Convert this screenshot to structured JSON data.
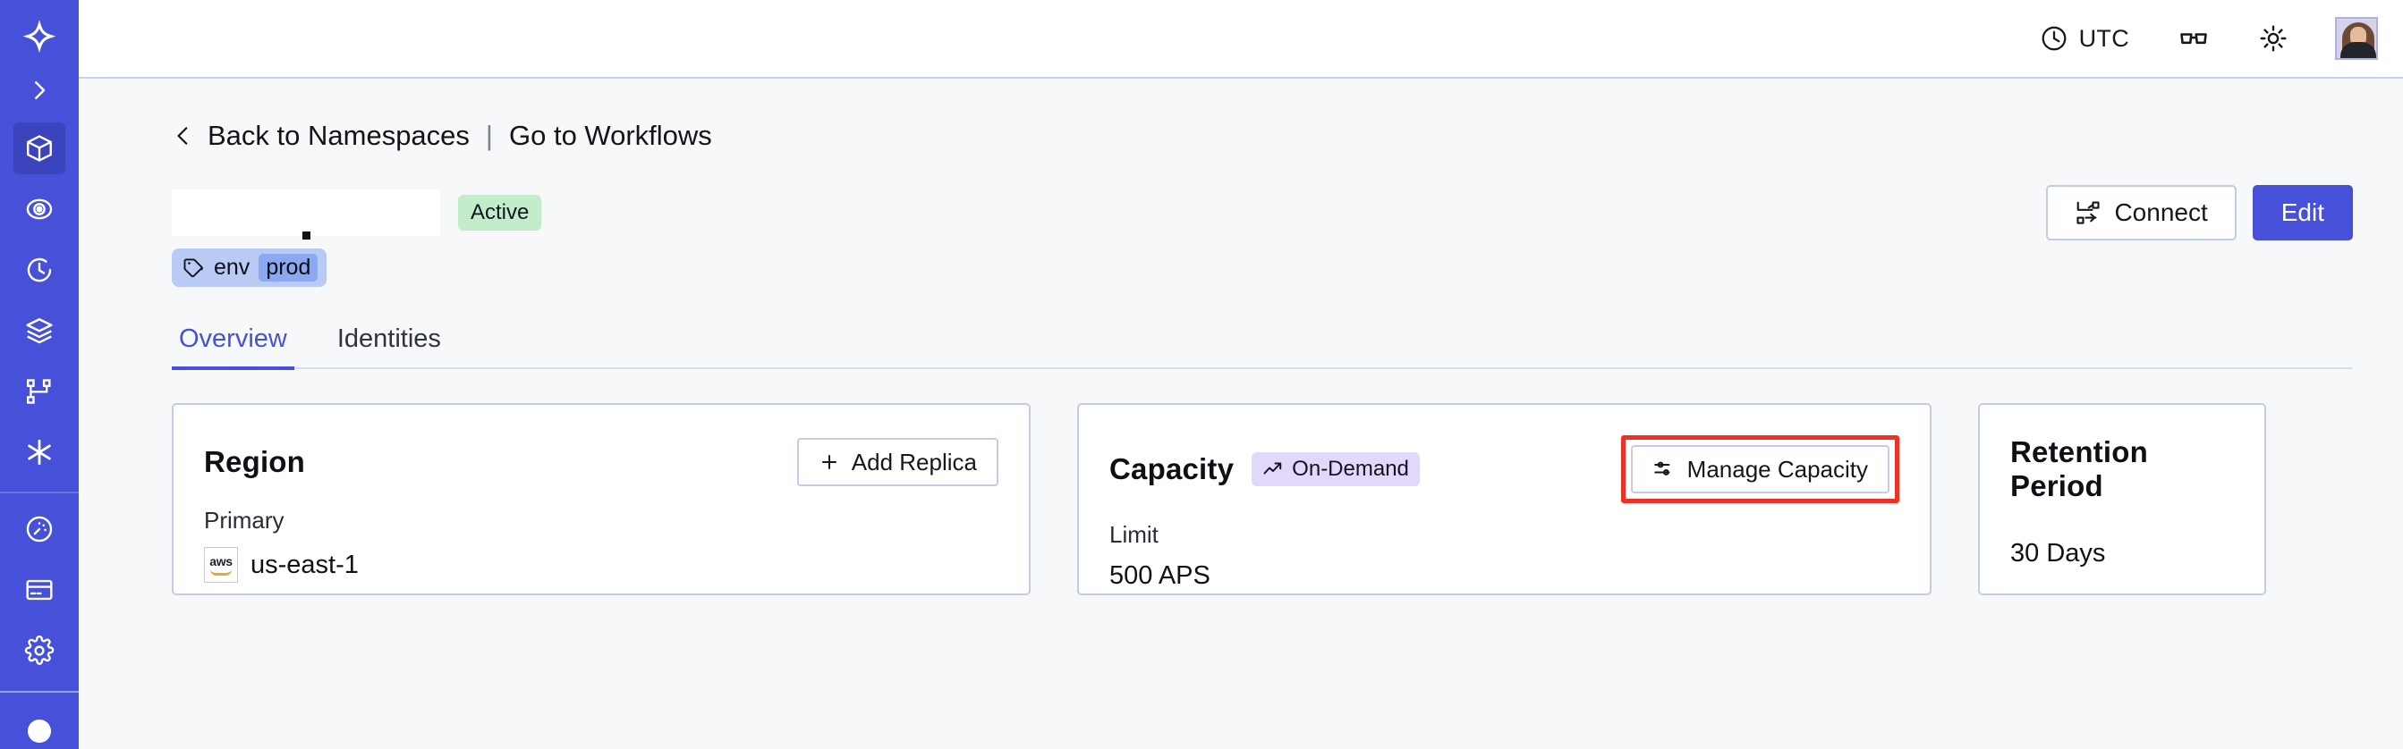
{
  "theme": {
    "sidebar_bg": "#4650d8",
    "sidebar_active": "#3b43bd",
    "accent": "#4650d8",
    "page_bg": "#f7f8fa",
    "card_border": "#c3cde0",
    "status_green": "#c2ecca",
    "badge_purple": "#e1d8fb",
    "tag_blue": "#b9cbf5",
    "annotation_red": "#ee3124"
  },
  "sidebar": {
    "logo": "temporal-logo",
    "expand_label": "expand-sidebar",
    "items": [
      {
        "icon": "cube-icon",
        "name": "namespaces",
        "active": true
      },
      {
        "icon": "eye-icon",
        "name": "observability",
        "active": false
      },
      {
        "icon": "history-clock-icon",
        "name": "history",
        "active": false
      },
      {
        "icon": "layers-icon",
        "name": "layers",
        "active": false
      },
      {
        "icon": "git-branch-icon",
        "name": "schedules",
        "active": false
      },
      {
        "icon": "asterisk-icon",
        "name": "nexus",
        "active": false
      }
    ],
    "bottom_items": [
      {
        "icon": "gauge-icon",
        "name": "usage",
        "active": false
      },
      {
        "icon": "credit-card-icon",
        "name": "billing",
        "active": false
      },
      {
        "icon": "gear-icon",
        "name": "settings",
        "active": false
      }
    ]
  },
  "topbar": {
    "timezone_label": "UTC",
    "timezone_icon": "clock-icon",
    "reading_icon": "glasses-icon",
    "theme_icon": "sun-icon",
    "avatar": "user-avatar"
  },
  "breadcrumb": {
    "back_icon": "chevron-left-icon",
    "back_label": "Back to Namespaces",
    "separator": "|",
    "forward_label": "Go to Workflows"
  },
  "header": {
    "namespace_title": "",
    "status_badge": "Active",
    "tag": {
      "icon": "tag-icon",
      "key": "env",
      "value": "prod"
    },
    "actions": {
      "connect_label": "Connect",
      "connect_icon": "connect-icon",
      "edit_label": "Edit"
    }
  },
  "tabs": [
    {
      "label": "Overview",
      "active": true
    },
    {
      "label": "Identities",
      "active": false
    }
  ],
  "cards": {
    "region": {
      "title": "Region",
      "action_label": "Add Replica",
      "action_icon": "plus-icon",
      "sublabel": "Primary",
      "provider_icon": "aws-logo",
      "provider_text": "aws",
      "value": "us-east-1"
    },
    "capacity": {
      "title": "Capacity",
      "badge_label": "On-Demand",
      "badge_icon": "trending-up-icon",
      "action_label": "Manage Capacity",
      "action_icon": "sliders-icon",
      "action_highlighted": true,
      "sublabel": "Limit",
      "value": "500 APS"
    },
    "retention": {
      "title": "Retention Period",
      "value": "30 Days"
    }
  }
}
